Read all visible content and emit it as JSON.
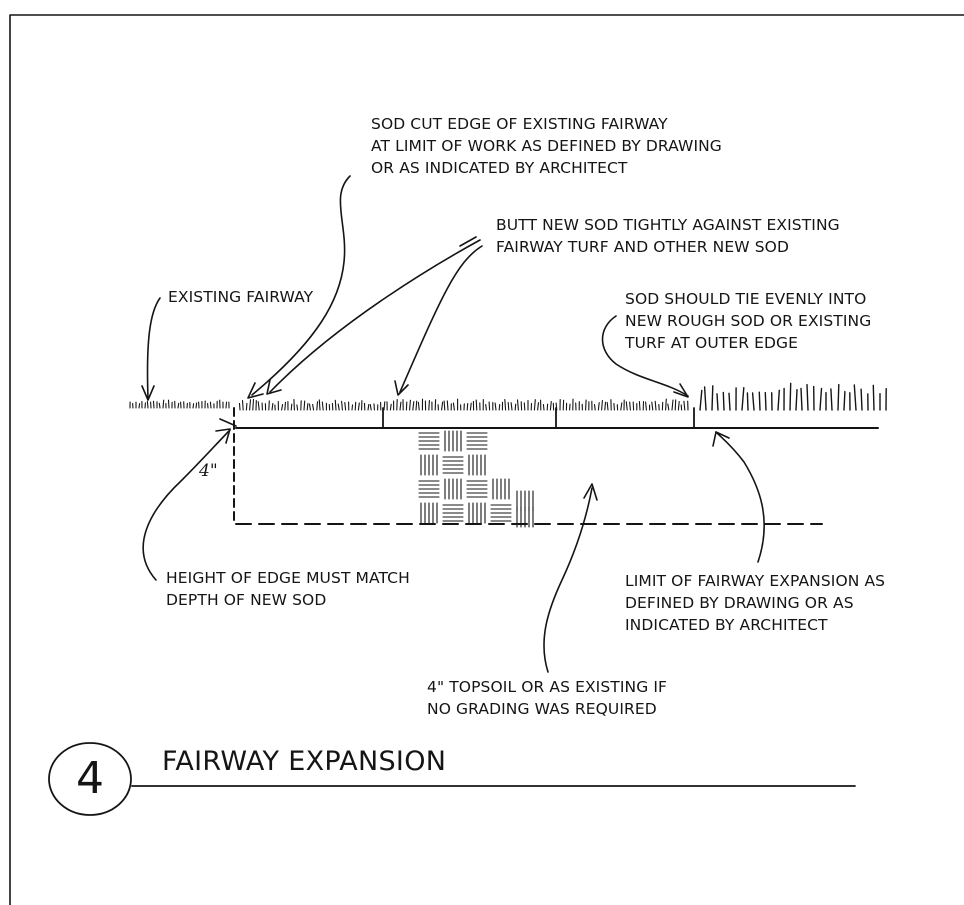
{
  "detail": {
    "number": "4",
    "title": "FAIRWAY EXPANSION"
  },
  "dimension": {
    "depth": "4\""
  },
  "callouts": {
    "sod_cut_edge": [
      "SOD CUT EDGE OF EXISTING FAIRWAY",
      "AT LIMIT OF WORK AS DEFINED BY DRAWING",
      "OR AS INDICATED BY ARCHITECT"
    ],
    "butt_new_sod": [
      "BUTT NEW SOD TIGHTLY AGAINST EXISTING",
      "FAIRWAY TURF AND OTHER NEW SOD"
    ],
    "existing_fairway": [
      "EXISTING FAIRWAY"
    ],
    "sod_tie": [
      "SOD SHOULD TIE EVENLY INTO",
      "NEW ROUGH SOD OR EXISTING",
      "TURF AT OUTER EDGE"
    ],
    "height_of_edge": [
      "HEIGHT OF EDGE MUST MATCH",
      "DEPTH OF NEW SOD"
    ],
    "limit_of_expansion": [
      "LIMIT OF FAIRWAY EXPANSION AS",
      "DEFINED BY DRAWING OR AS",
      "INDICATED BY ARCHITECT"
    ],
    "topsoil": [
      "4\" TOPSOIL OR AS EXISTING IF",
      "NO GRADING WAS REQUIRED"
    ]
  },
  "colors": {
    "ink": "#151515",
    "paper": "#ffffff"
  }
}
